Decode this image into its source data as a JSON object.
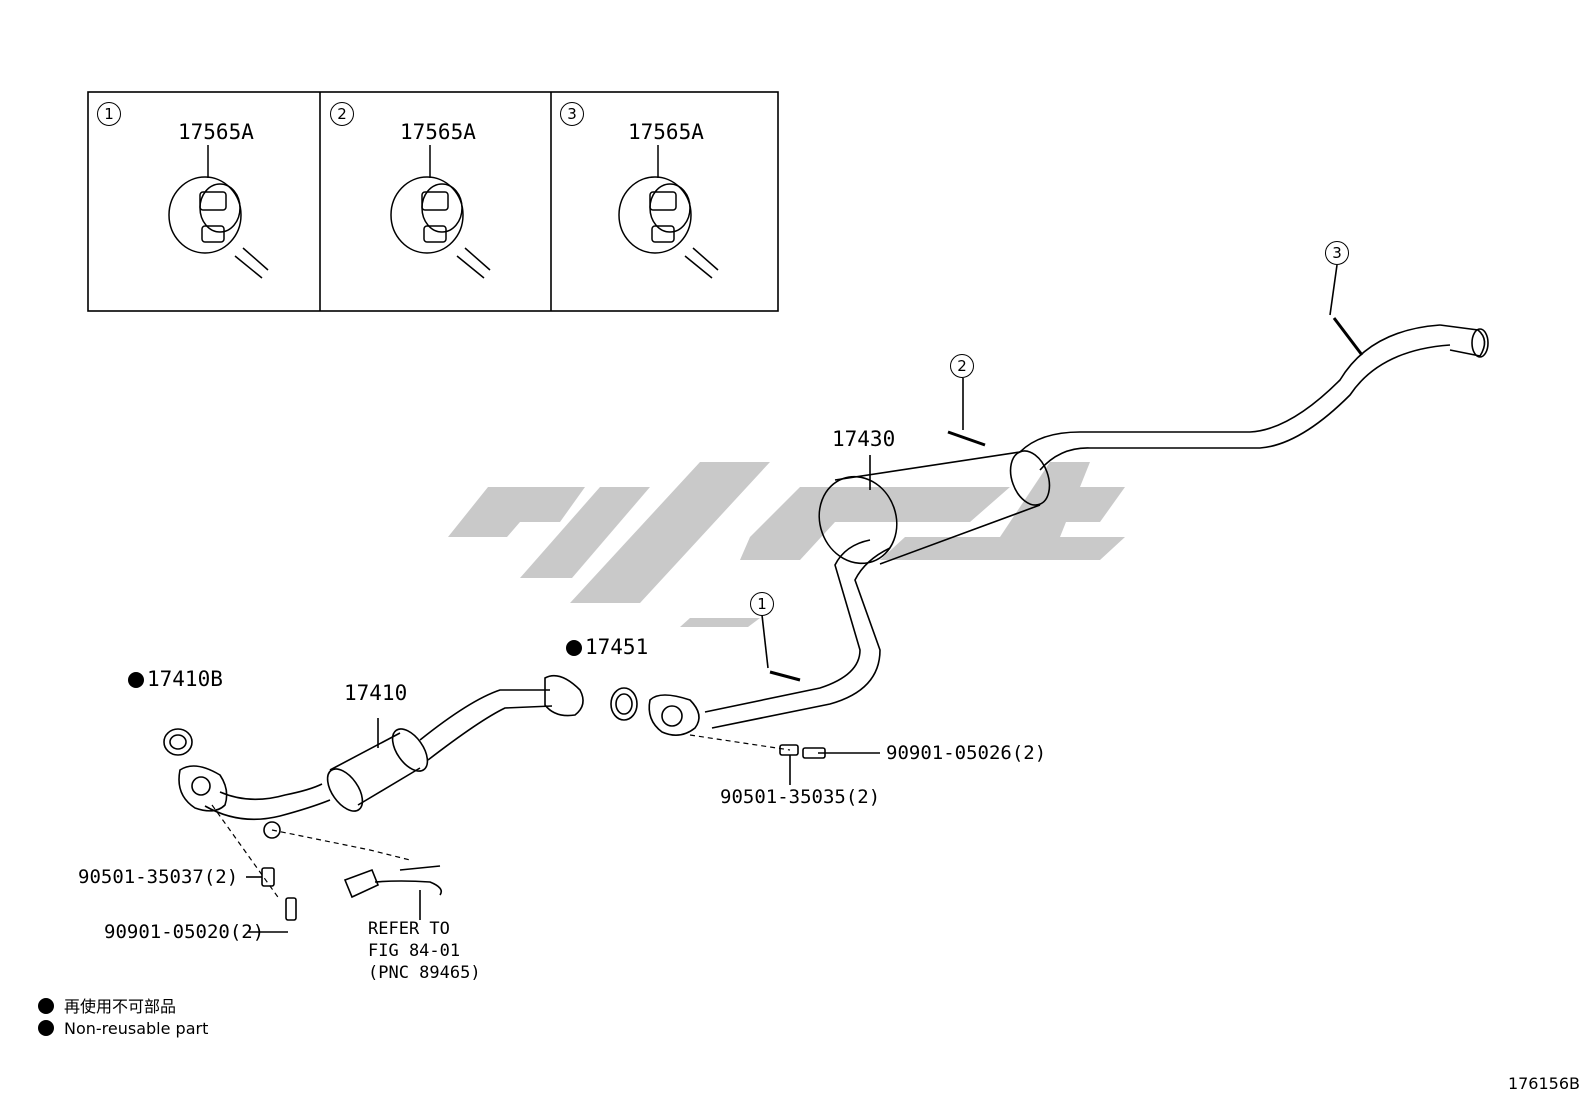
{
  "inset": {
    "panels": [
      {
        "number": "1",
        "part": "17565A"
      },
      {
        "number": "2",
        "part": "17565A"
      },
      {
        "number": "3",
        "part": "17565A"
      }
    ]
  },
  "callouts": {
    "hanger_1": "1",
    "hanger_2": "2",
    "hanger_3": "3"
  },
  "parts": {
    "p17430": "17430",
    "p17451": "17451",
    "p17410B": "17410B",
    "p17410": "17410",
    "p90901_05026": "90901-05026(2)",
    "p90501_35035": "90501-35035(2)",
    "p90501_35037": "90501-35037(2)",
    "p90901_05020": "90901-05020(2)"
  },
  "refer": {
    "line1": "REFER TO",
    "line2": "FIG 84-01",
    "line3": "(PNC 89465)"
  },
  "legend": {
    "jp": "再使用不可部品",
    "en": "Non-reusable part"
  },
  "figure_id": "176156B",
  "colors": {
    "line": "#000000",
    "watermark": "#c8c8c8"
  }
}
